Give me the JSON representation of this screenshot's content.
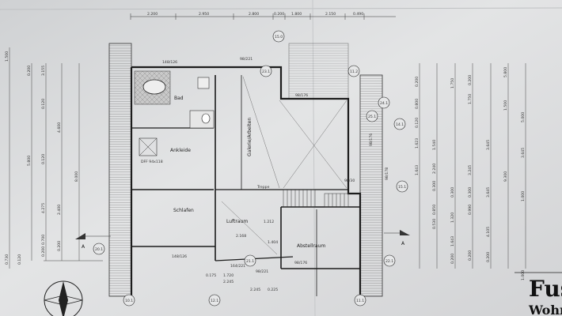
{
  "rooms": {
    "bad": "Bad",
    "ankleide": "Ankleide",
    "galerie": "Galerie/Arbeiten",
    "schlafen": "Schlafen",
    "luftraum": "Luftraum",
    "abstellraum": "Abstellraum"
  },
  "top_dims": [
    "2.200",
    "2.950",
    "2.800",
    "0.200",
    "1.800",
    "2.150",
    "0.490"
  ],
  "grid_marks": [
    "15.0",
    "23.1",
    "11.2",
    "24.1",
    "25.1",
    "14.1",
    "15.1",
    "20.1",
    "21.1",
    "22.1",
    "10.1",
    "12.1",
    "11.1"
  ],
  "window_labels": [
    "148/126",
    "98/221",
    "98/176",
    "98/176",
    "98/30",
    "98/178",
    "148/126",
    "164/221",
    "98/221",
    "98/176"
  ],
  "misc_labels": {
    "dfp": "DFF 94x118",
    "treppe": "Treppe",
    "luftraum_dim": "1.212",
    "diag_a": "2.168",
    "diag_b": "1.404",
    "section_a_left": "A",
    "section_a_right": "A"
  },
  "left_dims": [
    "1.500",
    "0.200",
    "3.155",
    "0.120",
    "0.120",
    "4.275",
    "0.700",
    "0.200",
    "0.730",
    "0.120",
    "5.800",
    "4.600",
    "2.400",
    "0.200",
    "8.000"
  ],
  "right_dims_a": [
    "0.200",
    "0.800",
    "0.120",
    "1.623",
    "1.643",
    "1.540",
    "2.240",
    "0.300",
    "0.850",
    "0.530",
    "1.643",
    "1.320",
    "0.300",
    "0.200"
  ],
  "right_dims_b": [
    "1.750",
    "0.200",
    "1.750",
    "3.245",
    "0.300",
    "0.990",
    "0.200",
    "3.645",
    "3.645",
    "4.105",
    "0.200",
    "1.500",
    "9.300",
    "1.000",
    "5.800",
    "5.000",
    "3.645",
    "1.000"
  ],
  "bottom_dims": [
    "1.720",
    "2.245",
    "0.175",
    "2.245",
    "0.225"
  ],
  "title_block": [
    "Fuss",
    "Wohn"
  ]
}
